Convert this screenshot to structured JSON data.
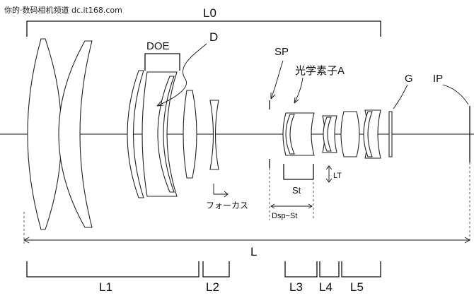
{
  "watermark": "你的·数码相机频道 dc.it168.com",
  "labels": {
    "L0": "L0",
    "DOE": "DOE",
    "D": "D",
    "SP": "SP",
    "element_a": "光学素子A",
    "G": "G",
    "IP": "IP",
    "St": "St",
    "LT": "LT",
    "focus": "フォーカス",
    "dsp_st": "Dsp−St",
    "L": "L",
    "L1": "L1",
    "L2": "L2",
    "L3": "L3",
    "L4": "L4",
    "L5": "L5"
  }
}
